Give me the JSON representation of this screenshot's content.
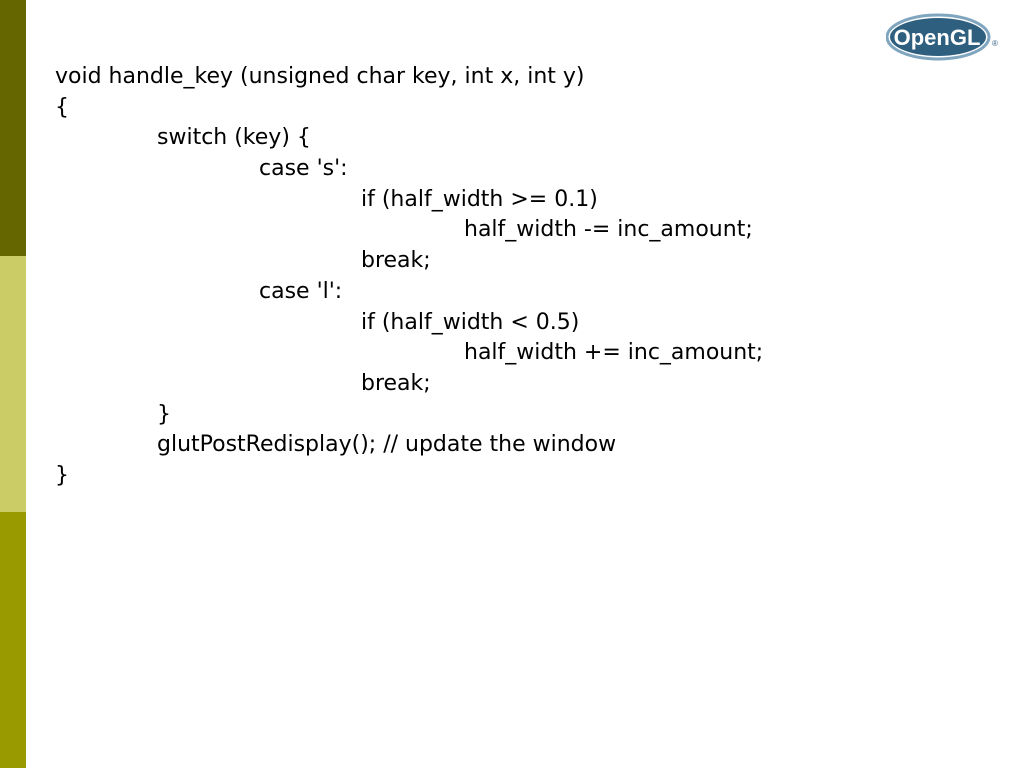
{
  "theme": {
    "bar_top_color": "#666600",
    "bar_mid_color": "#CCCC66",
    "bar_bottom_color": "#999900",
    "logo_color": "#2E5F7F",
    "logo_light": "#7FA5BF"
  },
  "logo": {
    "text": "OpenGL",
    "mark": "®"
  },
  "code": {
    "lines": [
      {
        "indent": 0,
        "text": "void handle_key (unsigned char key, int x, int y)"
      },
      {
        "indent": 0,
        "text": "{"
      },
      {
        "indent": 1,
        "text": "switch (key) {"
      },
      {
        "indent": 2,
        "text": "case 's':"
      },
      {
        "indent": 3,
        "text": "if (half_width >= 0.1)"
      },
      {
        "indent": 4,
        "text": "half_width -= inc_amount;"
      },
      {
        "indent": 3,
        "text": "break;"
      },
      {
        "indent": 2,
        "text": "case 'l':"
      },
      {
        "indent": 3,
        "text": "if (half_width < 0.5)"
      },
      {
        "indent": 4,
        "text": "half_width += inc_amount;"
      },
      {
        "indent": 3,
        "text": "break;"
      },
      {
        "indent": 1,
        "text": "}"
      },
      {
        "indent": 1,
        "text": "glutPostRedisplay(); // update the window"
      },
      {
        "indent": 0,
        "text": "}"
      }
    ]
  }
}
